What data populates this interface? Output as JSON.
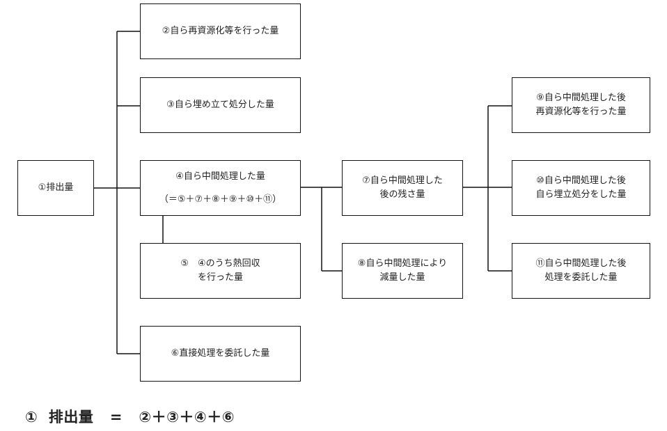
{
  "boxes": {
    "b1": [
      "①排出量"
    ],
    "b2": [
      "②自ら再資源化等を行った量"
    ],
    "b3": [
      "③自ら埋め立て処分した量"
    ],
    "b4": [
      "④自ら中間処理した量",
      "（＝⑤＋⑦＋⑧＋⑨＋⑩＋⑪）"
    ],
    "b5": [
      "⑤　④のうち熱回収",
      "を行った量"
    ],
    "b6": [
      "⑥直接処理を委託した量"
    ],
    "b7": [
      "⑦自ら中間処理した",
      "後の残さ量"
    ],
    "b8": [
      "⑧自ら中間処理により",
      "減量した量"
    ],
    "b9": [
      "⑨自ら中間処理した後",
      "再資源化等を行った量"
    ],
    "b10": [
      "⑩自ら中間処理した後",
      "自ら埋立処分をした量"
    ],
    "b11": [
      "⑪自ら中間処理した後",
      "処理を委託した量"
    ]
  },
  "formula": "①  排出量   =   ②＋③＋④＋⑥"
}
